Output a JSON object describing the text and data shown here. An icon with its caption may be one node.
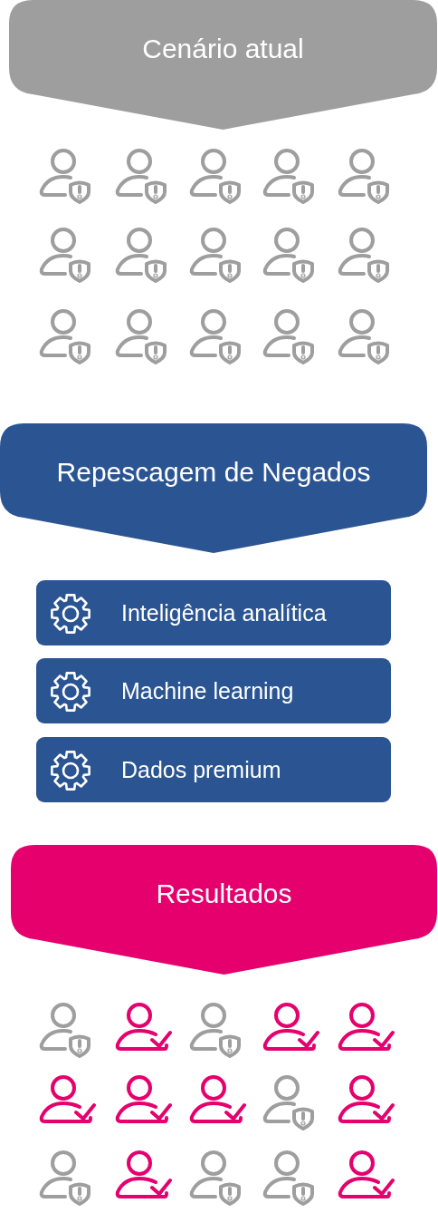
{
  "diagram": {
    "nodes": [
      {
        "text": [
          "Cenário atual"
        ]
      },
      {
        "text": [
          "Repescagem de Negados"
        ]
      },
      {
        "text": [
          "Inteligência analítica"
        ]
      },
      {
        "text": [
          "Machine learning"
        ]
      },
      {
        "text": [
          "Dados premium"
        ]
      },
      {
        "text": [
          "Resultados"
        ]
      }
    ]
  }
}
